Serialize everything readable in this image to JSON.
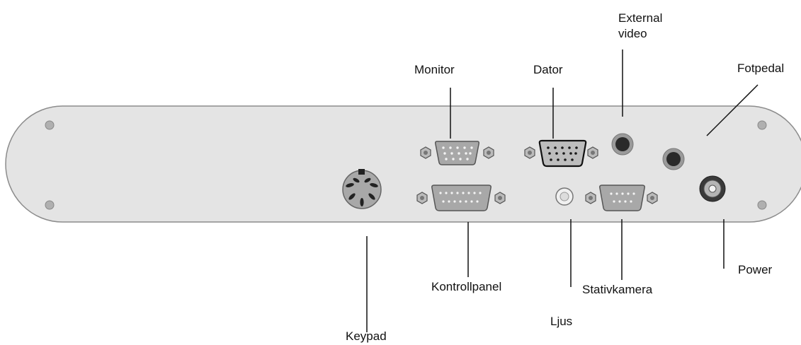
{
  "labels": {
    "external_video_line1": "External",
    "external_video_line2": "video",
    "monitor": "Monitor",
    "dator": "Dator",
    "fotpedal": "Fotpedal",
    "kontrollpanel": "Kontrollpanel",
    "stativkamera": "Stativkamera",
    "power": "Power",
    "ljus": "Ljus",
    "keypad": "Keypad"
  },
  "colors": {
    "panel_fill": "#e4e4e4",
    "panel_stroke": "#8c8c8c",
    "connector_fill": "#a8a8a8",
    "connector_dark": "#2c2c2c",
    "leader_line": "#111111"
  }
}
